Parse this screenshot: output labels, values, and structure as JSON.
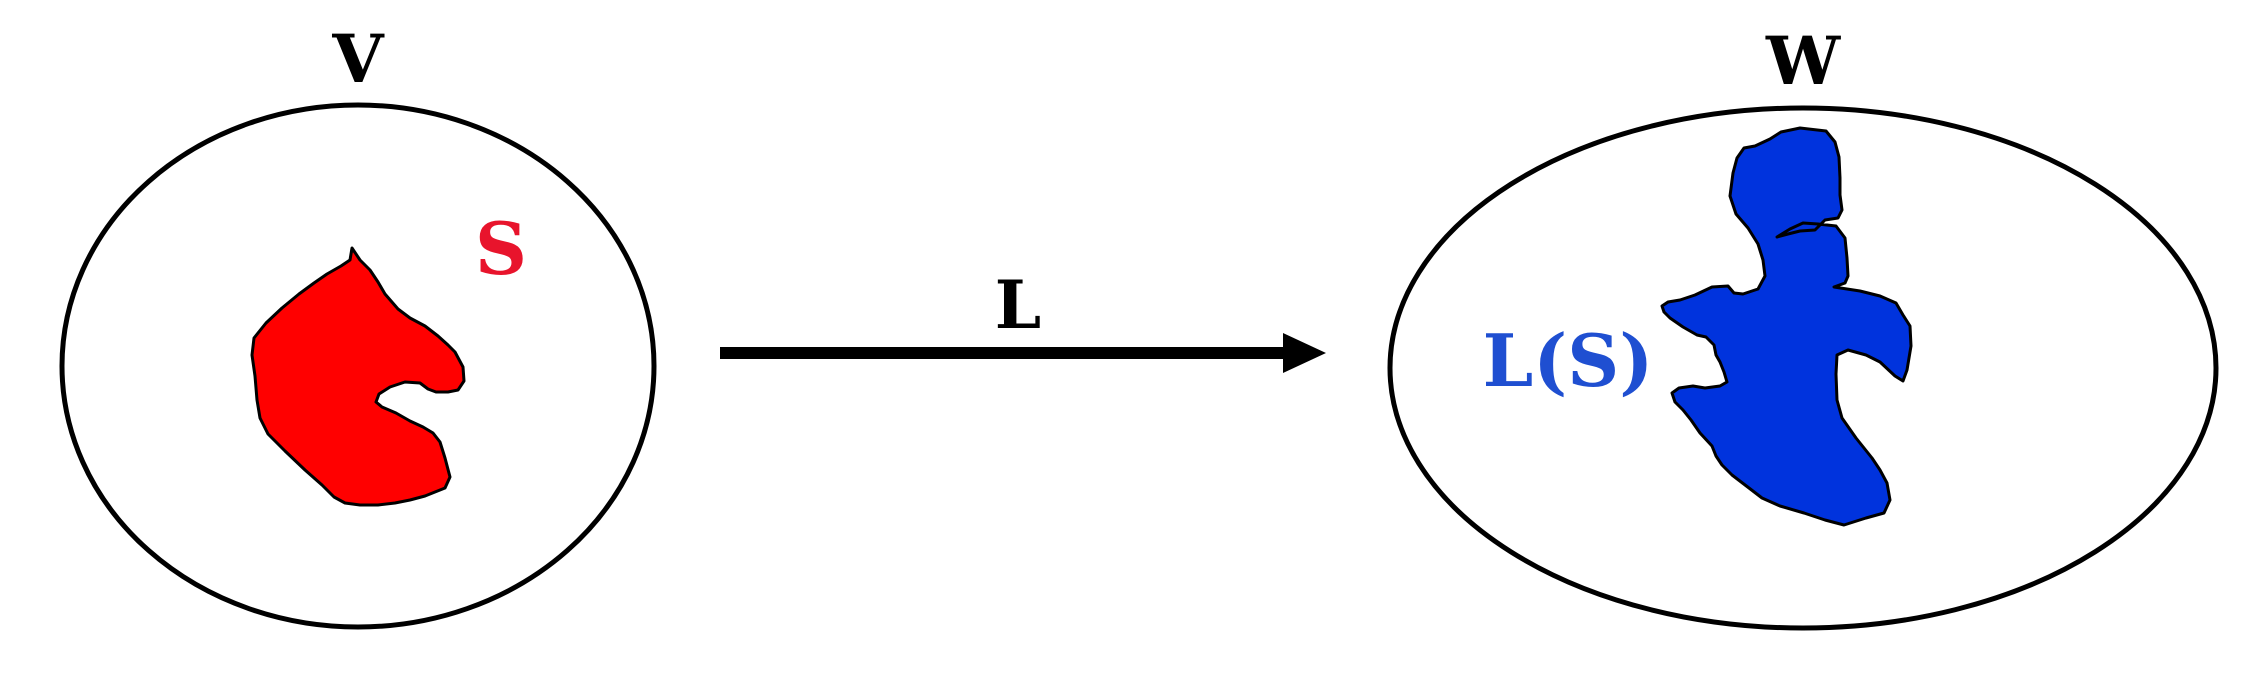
{
  "diagram": {
    "domain_label": "V",
    "codomain_label": "W",
    "subset_label": "S",
    "map_label": "L",
    "image_label": "L(S)"
  },
  "colors": {
    "outline": "#000000",
    "subset_fill": "#ff0000",
    "subset_text": "#e8142c",
    "image_fill": "#0033dd",
    "image_text": "#1f4fd1",
    "background": "#ffffff"
  }
}
